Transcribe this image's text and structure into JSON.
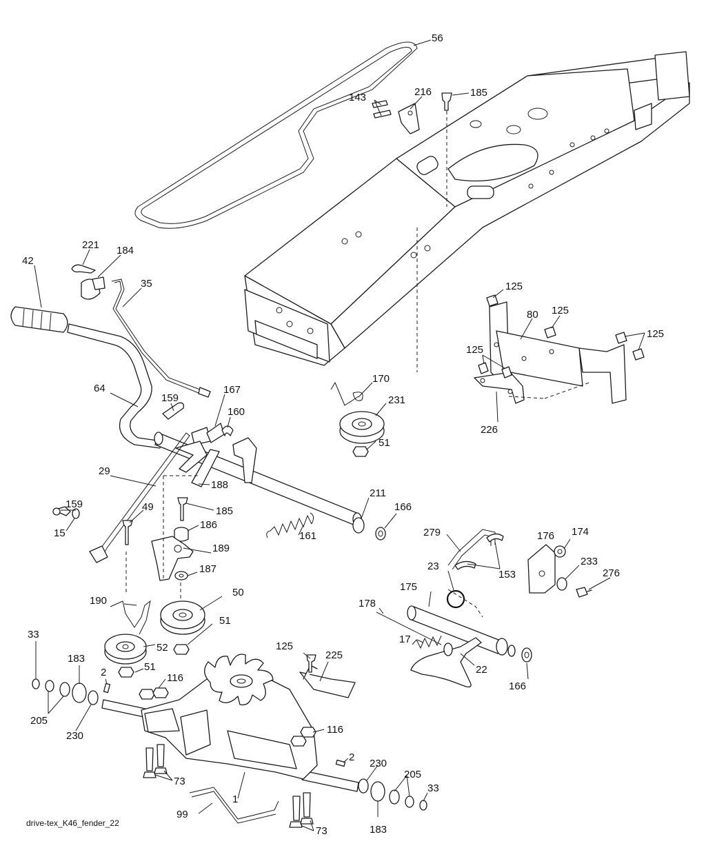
{
  "caption": "drive-tex_K46_fender_22",
  "callouts": {
    "belt": "56",
    "bolt_143": "143",
    "bracket_216": "216",
    "bolt_185_top": "185",
    "clip_221": "221",
    "knob_184": "184",
    "grip_42": "42",
    "rod_35": "35",
    "bolt_125_a": "125",
    "bolt_125_b": "125",
    "bracket_80": "80",
    "bolt_125_c": "125",
    "bolt_125_d": "125",
    "spring_170": "170",
    "pulley_231": "231",
    "nut_51_top": "51",
    "bracket_226": "226",
    "lever_64": "64",
    "pin_159_top": "159",
    "bracket_167": "167",
    "clip_160": "160",
    "rod_29": "29",
    "link_188": "188",
    "bolt_159_left": "159",
    "washer_15": "15",
    "bolt_49": "49",
    "bolt_185_mid": "185",
    "bushing_186": "186",
    "spring_161": "161",
    "bushing_211": "211",
    "washer_166_top": "166",
    "rod_279": "279",
    "bracket_176": "176",
    "washer_174": "174",
    "clip_153": "153",
    "ring_23": "23",
    "washer_233": "233",
    "bolt_276": "276",
    "idler_arm_189": "189",
    "washer_187": "187",
    "shaft_175": "175",
    "spring_190": "190",
    "pulley_50": "50",
    "rod_178": "178",
    "nut_51_mid": "51",
    "spring_17": "17",
    "pedal_22": "22",
    "pulley_52": "52",
    "washer_166_bottom": "166",
    "nut_51_low": "51",
    "clip_33_left": "33",
    "bolt_125_e": "125",
    "bracket_225": "225",
    "hub_183_left": "183",
    "key_2_left": "2",
    "nut_116_left": "116",
    "washer_205_left": "205",
    "spacer_230_left": "230",
    "nut_116_right": "116",
    "key_2_right": "2",
    "spacer_230_right": "230",
    "washer_205_right": "205",
    "bolt_73_left": "73",
    "transaxle_1": "1",
    "clip_33_right": "33",
    "rod_99": "99",
    "hub_183_right": "183",
    "bolt_73_right": "73"
  }
}
